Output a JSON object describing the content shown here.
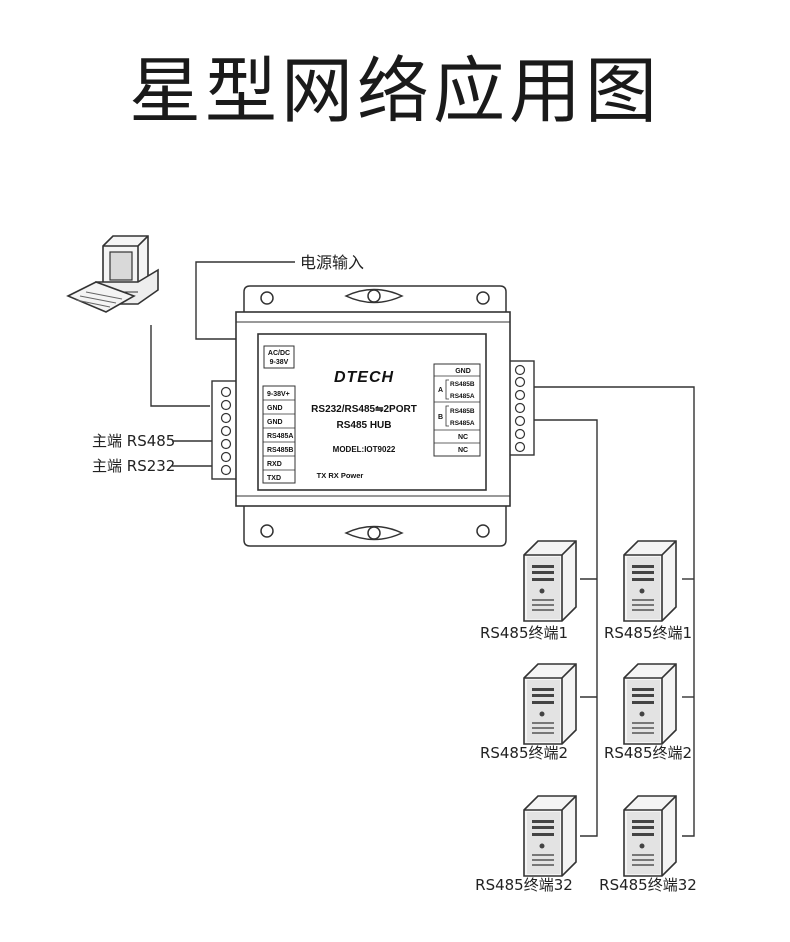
{
  "title": "星型网络应用图",
  "power_label": "电源输入",
  "host_labels": {
    "rs485": "主端 RS485",
    "rs232": "主端 RS232"
  },
  "device": {
    "brand": "DTECH",
    "model_line1": "RS232/RS485⇋2PORT",
    "model_line2": "RS485 HUB",
    "model_code": "MODEL:IOT9022",
    "ac_dc_line1": "AC/DC",
    "ac_dc_line2": "9-38V",
    "left_pins": [
      "9-38V+",
      "GND",
      "GND",
      "RS485A",
      "RS485B",
      "RXD",
      "TXD"
    ],
    "right_group_gnd": "GND",
    "port_a": "A",
    "port_b": "B",
    "port_a_pins": [
      "RS485B",
      "RS485A"
    ],
    "port_b_pins": [
      "RS485B",
      "RS485A"
    ],
    "nc": [
      "NC",
      "NC"
    ],
    "leds": "TX  RX  Power"
  },
  "terminals": {
    "left_column": [
      "RS485终端1",
      "RS485终端2",
      "RS485终端32"
    ],
    "right_column": [
      "RS485终端1",
      "RS485终端2",
      "RS485终端32"
    ]
  },
  "colors": {
    "line": "#333333",
    "device_fill": "#ffffff",
    "server_fill": "#e8e8e8",
    "monitor_screen": "#d9d9d9"
  },
  "icons": {
    "computer": "desktop-computer-icon",
    "server": "server-tower-icon"
  }
}
